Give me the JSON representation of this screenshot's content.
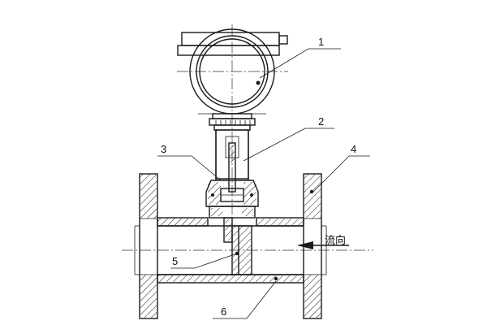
{
  "callouts": [
    {
      "id": "1",
      "text": "1"
    },
    {
      "id": "2",
      "text": "2"
    },
    {
      "id": "3",
      "text": "3"
    },
    {
      "id": "4",
      "text": "4"
    },
    {
      "id": "5",
      "text": "5"
    },
    {
      "id": "6",
      "text": "6"
    }
  ],
  "flow_direction_label": "流向",
  "colors": {
    "line": "#1a1a1a",
    "background": "#ffffff"
  }
}
